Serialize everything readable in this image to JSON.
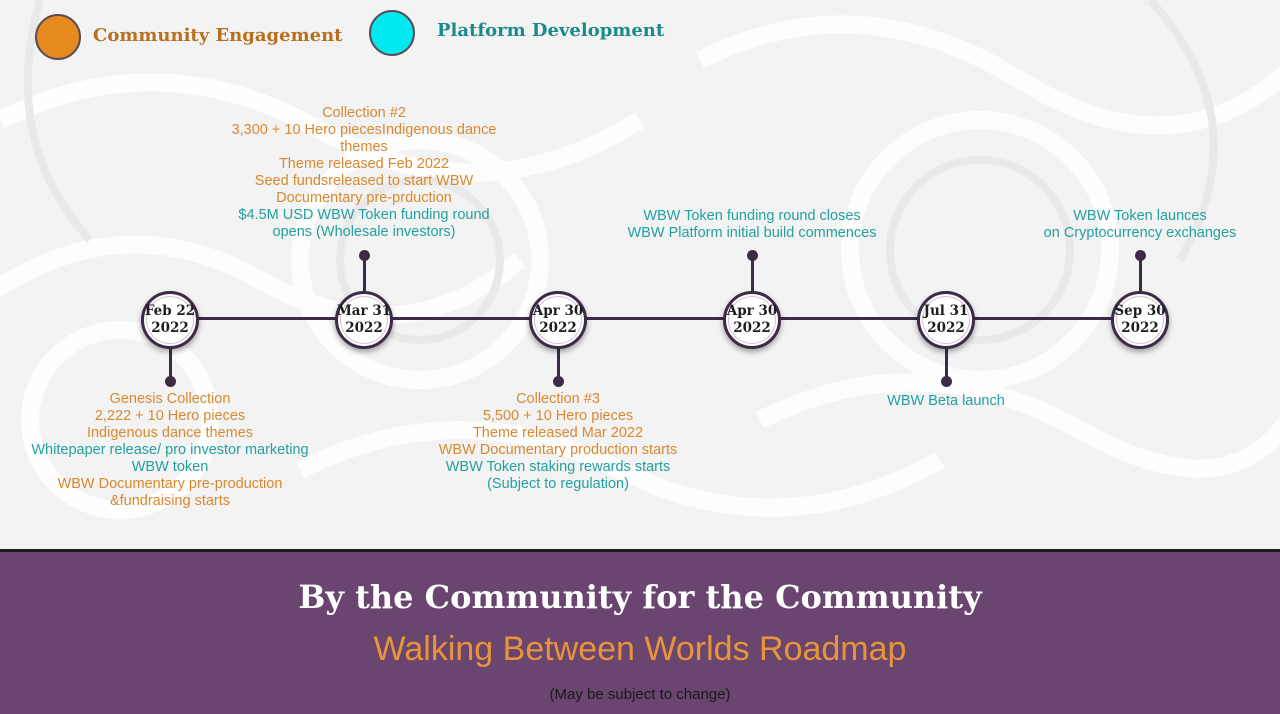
{
  "legend": [
    {
      "label": "Community Engagement",
      "color": "#e68a1e",
      "text_color": "#b8701f"
    },
    {
      "label": "Platform Development",
      "color": "#00e8f0",
      "text_color": "#1c8a8a"
    }
  ],
  "milestones": [
    {
      "date_line1": "Feb 22",
      "date_line2": "2022",
      "position": "below",
      "lines": [
        {
          "text": "Genesis Collection",
          "color": "orange"
        },
        {
          "text": "2,222 + 10 Hero pieces",
          "color": "orange"
        },
        {
          "text": "Indigenous dance themes",
          "color": "orange"
        },
        {
          "text": "Whitepaper release/ pro investor marketing",
          "color": "teal"
        },
        {
          "text": "WBW token",
          "color": "teal"
        },
        {
          "text": "WBW Documentary pre-production",
          "color": "orange"
        },
        {
          "text": "&fundraising starts",
          "color": "orange"
        }
      ]
    },
    {
      "date_line1": "Mar 31",
      "date_line2": "2022",
      "position": "above",
      "lines": [
        {
          "text": "Collection #2",
          "color": "orange"
        },
        {
          "text": "3,300 + 10 Hero piecesIndigenous dance",
          "color": "orange"
        },
        {
          "text": "themes",
          "color": "orange"
        },
        {
          "text": "Theme released Feb 2022",
          "color": "orange"
        },
        {
          "text": "Seed fundsreleased to start WBW",
          "color": "orange"
        },
        {
          "text": "Documentary pre-prduction",
          "color": "orange"
        },
        {
          "text": "$4.5M USD WBW Token funding round",
          "color": "teal"
        },
        {
          "text": "opens (Wholesale investors)",
          "color": "teal"
        }
      ]
    },
    {
      "date_line1": "Apr 30",
      "date_line2": "2022",
      "position": "below",
      "lines": [
        {
          "text": "Collection #3",
          "color": "orange"
        },
        {
          "text": "5,500 + 10 Hero pieces",
          "color": "orange"
        },
        {
          "text": "Theme released Mar 2022",
          "color": "orange"
        },
        {
          "text": "WBW Documentary production starts",
          "color": "orange"
        },
        {
          "text": "WBW Token staking rewards starts",
          "color": "teal"
        },
        {
          "text": "(Subject to regulation)",
          "color": "teal"
        }
      ]
    },
    {
      "date_line1": "Apr 30",
      "date_line2": "2022",
      "position": "above",
      "lines": [
        {
          "text": "WBW Token funding round closes",
          "color": "teal"
        },
        {
          "text": "WBW Platform initial build commences",
          "color": "teal"
        }
      ]
    },
    {
      "date_line1": "Jul 31",
      "date_line2": "2022",
      "position": "below",
      "lines": [
        {
          "text": "WBW Beta launch",
          "color": "teal"
        }
      ]
    },
    {
      "date_line1": "Sep 30",
      "date_line2": "2022",
      "position": "above",
      "lines": [
        {
          "text": "WBW Token launces",
          "color": "teal"
        },
        {
          "text": "on Cryptocurrency exchanges",
          "color": "teal"
        }
      ]
    }
  ],
  "footer": {
    "title": "By the Community for the Community",
    "subtitle": "Walking Between Worlds Roadmap",
    "note": "(May be subject to change)"
  }
}
